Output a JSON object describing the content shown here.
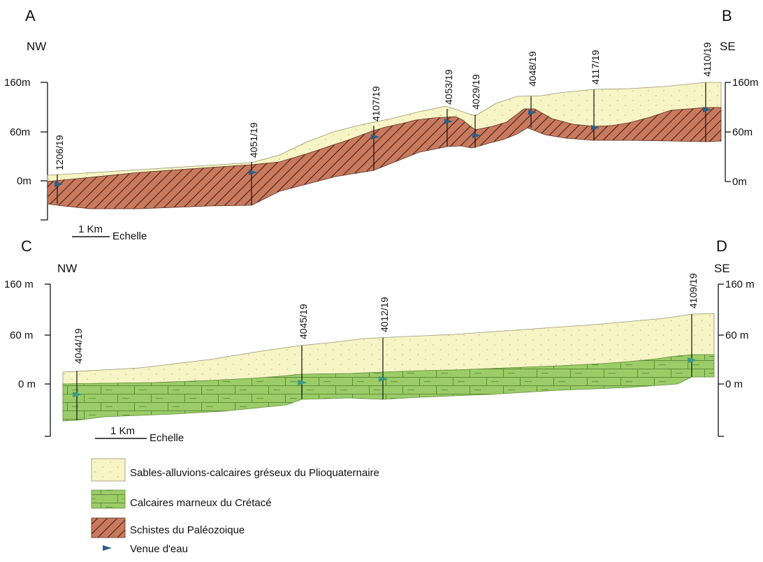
{
  "colors": {
    "sand": "#f7f4c5",
    "sand_dot": "#c9c08a",
    "cretaceous": "#9ccc68",
    "cretaceous_line": "#5e8e38",
    "schist": "#c97a5e",
    "schist_line": "#3a1a12",
    "water_marker_AB": "#2d5f86",
    "water_marker_CD": "#3e9a86",
    "well_line": "#111111"
  },
  "section_AB": {
    "left_letter": "A",
    "right_letter": "B",
    "left_dir": "NW",
    "right_dir": "SE",
    "elevations_left": [
      "160m",
      "60m",
      "0m"
    ],
    "elevations_right": [
      "160m",
      "60m",
      "0m"
    ],
    "wells": [
      "1206/19",
      "4051/19",
      "4107/19",
      "4053/19",
      "4029/19",
      "4048/19",
      "4117/19",
      "4110/19"
    ],
    "scale_value": "1 Km",
    "scale_word": "Echelle"
  },
  "section_CD": {
    "left_letter": "C",
    "right_letter": "D",
    "left_dir": "NW",
    "right_dir": "SE",
    "elevations_left": [
      "160 m",
      "60 m",
      "0 m"
    ],
    "elevations_right": [
      "160 m",
      "60 m",
      "0 m"
    ],
    "wells": [
      "4044/19",
      "4045/19",
      "4012/19",
      "4109/19"
    ],
    "scale_value": "1 Km",
    "scale_word": "Echelle"
  },
  "legend": [
    {
      "label": "Sables-alluvions-calcaires gréseux du Plioquaternaire",
      "swatch": "sand"
    },
    {
      "label": "Calcaires marneux du Crétacé",
      "swatch": "cretaceous"
    },
    {
      "label": "Schistes du Paléozoique",
      "swatch": "schist"
    },
    {
      "label": "Venue d'eau",
      "swatch": "water-arrow"
    }
  ]
}
